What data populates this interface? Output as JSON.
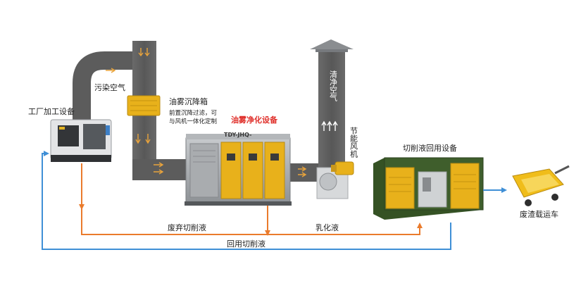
{
  "labels": {
    "machine_tool": "工厂加工设备",
    "polluted_air": "污染空气",
    "settling_box_title": "油雾沉降箱",
    "settling_box_desc_line1": "前置沉降过滤，可",
    "settling_box_desc_line2": "与风机一体化定制",
    "purifier_title": "油雾净化设备",
    "purifier_model": "TDY-JHQ-",
    "clean_air": "清净空气",
    "energy_fan": "节能风机",
    "fluid_recovery": "切削液回用设备",
    "scrap_cart": "废渣载运车",
    "waste_fluid": "废弃切削液",
    "emulsion": "乳化液",
    "recycled_fluid": "回用切削液"
  },
  "colors": {
    "duct": "#5c5c5c",
    "duct_light": "#6e6e6e",
    "cabinet_gray": "#9a9da1",
    "cabinet_yellow": "#e8b11b",
    "recovery_green": "#3f5e2c",
    "pipe_orange": "#ea7b2c",
    "pipe_blue": "#3f8fd6",
    "title_red": "#e0312c",
    "text": "#222222"
  }
}
